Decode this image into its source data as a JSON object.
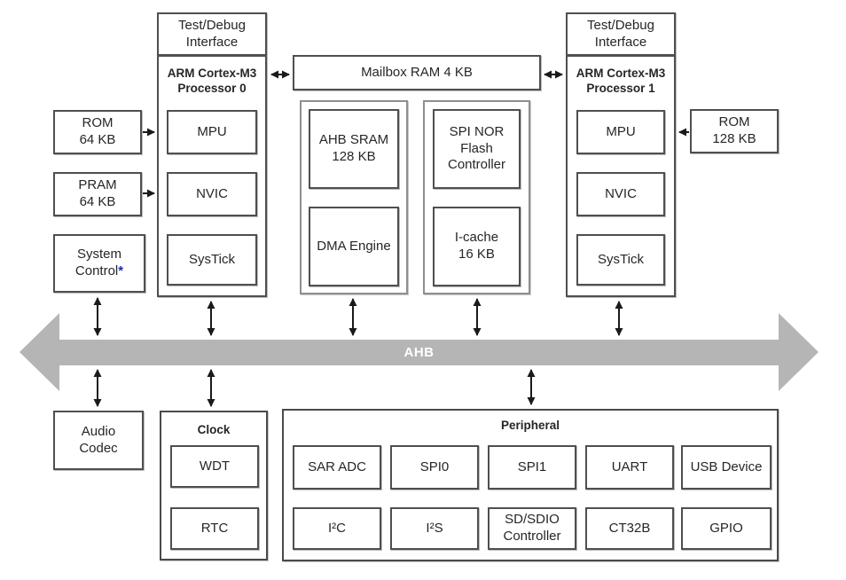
{
  "bus": {
    "label": "AHB",
    "fill_color": "#b5b5b5",
    "text_color": "#ffffff"
  },
  "blocks": {
    "test_debug_0": {
      "label": "Test/Debug\nInterface"
    },
    "proc0": {
      "label": "ARM Cortex-M3\nProcessor 0"
    },
    "mpu0": {
      "label": "MPU"
    },
    "nvic0": {
      "label": "NVIC"
    },
    "systick0": {
      "label": "SysTick"
    },
    "rom64": {
      "label": "ROM\n64 KB"
    },
    "pram64": {
      "label": "PRAM\n64 KB"
    },
    "system_control": {
      "label": "System\nControl",
      "note_mark": "*"
    },
    "mailbox": {
      "label": "Mailbox RAM 4 KB"
    },
    "ahb_sram": {
      "label": "AHB SRAM\n128 KB"
    },
    "dma": {
      "label": "DMA Engine"
    },
    "spi_nor": {
      "label": "SPI NOR\nFlash\nController"
    },
    "icache": {
      "label": "I-cache\n16 KB"
    },
    "test_debug_1": {
      "label": "Test/Debug\nInterface"
    },
    "proc1": {
      "label": "ARM Cortex-M3\nProcessor 1"
    },
    "mpu1": {
      "label": "MPU"
    },
    "nvic1": {
      "label": "NVIC"
    },
    "systick1": {
      "label": "SysTick"
    },
    "rom128": {
      "label": "ROM\n128 KB"
    },
    "audio_codec": {
      "label": "Audio\nCodec"
    },
    "clock_group": {
      "label": "Clock"
    },
    "wdt": {
      "label": "WDT"
    },
    "rtc": {
      "label": "RTC"
    },
    "peripheral_group": {
      "label": "Peripheral"
    },
    "sar_adc": {
      "label": "SAR ADC"
    },
    "spi0": {
      "label": "SPI0"
    },
    "spi1": {
      "label": "SPI1"
    },
    "uart": {
      "label": "UART"
    },
    "usb_device": {
      "label": "USB Device"
    },
    "i2c": {
      "label": "I²C"
    },
    "i2s": {
      "label": "I²S"
    },
    "sd_sdio": {
      "label": "SD/SDIO\nController"
    },
    "ct32b": {
      "label": "CT32B"
    },
    "gpio": {
      "label": "GPIO"
    }
  }
}
